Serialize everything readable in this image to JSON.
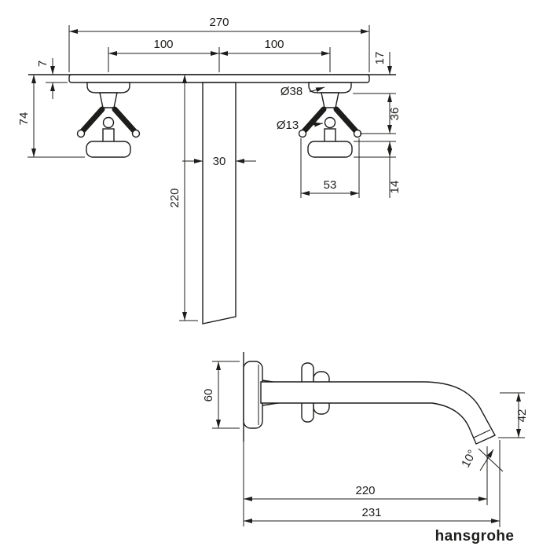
{
  "drawing": {
    "brand": "hansgrohe",
    "front_view": {
      "width_overall": "270",
      "pitch_left": "100",
      "pitch_right": "100",
      "plate_thickness": "7",
      "esc_projection": "17",
      "handle_projection": "74",
      "esc_diameter": "Ø38",
      "stem_diameter": "Ø13",
      "grip_offset": "36",
      "handle_width": "53",
      "knob_depth": "14",
      "spout_width": "30",
      "spout_projection": "220"
    },
    "side_view": {
      "esc_height": "60",
      "outlet_drop": "42",
      "outlet_angle": "10°",
      "projection_to_outlet": "220",
      "projection_overall": "231"
    }
  }
}
